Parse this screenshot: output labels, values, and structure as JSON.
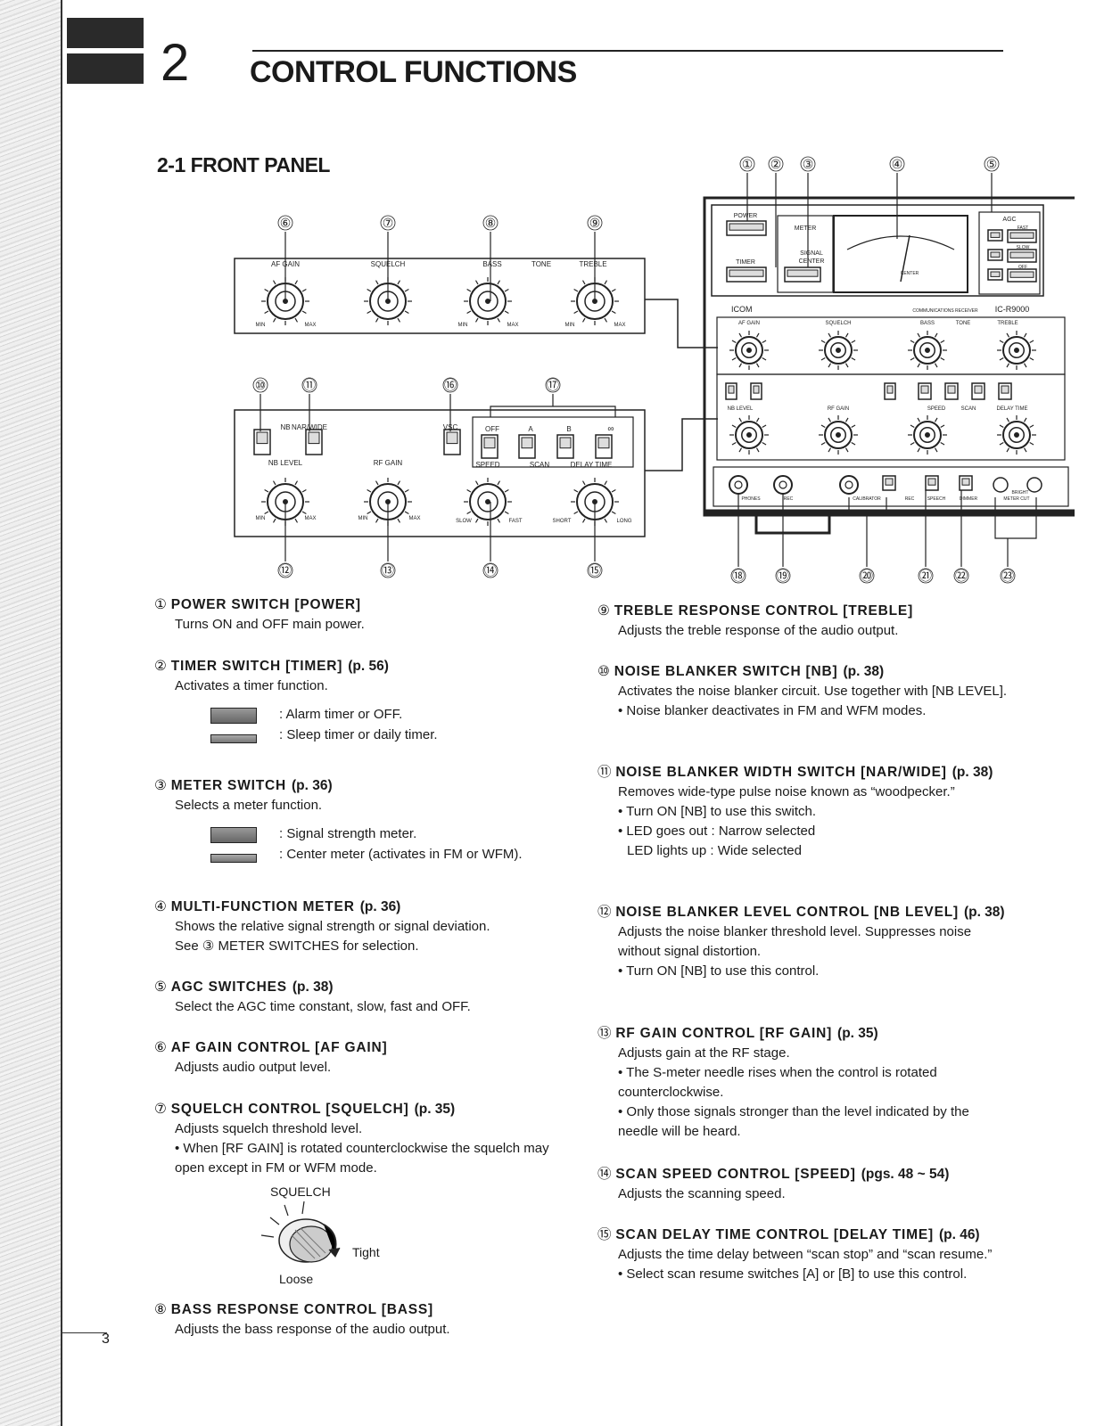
{
  "chapter": {
    "number": "2",
    "title": "CONTROL FUNCTIONS"
  },
  "section": {
    "title": "2-1 FRONT PANEL"
  },
  "page_number": "3",
  "diagram": {
    "callouts": [
      "①",
      "②",
      "③",
      "④",
      "⑤",
      "⑥",
      "⑦",
      "⑧",
      "⑨",
      "⑩",
      "⑪",
      "⑯",
      "⑰",
      "⑫",
      "⑬",
      "⑭",
      "⑮",
      "⑱",
      "⑲",
      "⑳",
      "㉑",
      "㉒",
      "㉓"
    ],
    "labels": {
      "af_gain": "AF GAIN",
      "squelch": "SQUELCH",
      "bass": "BASS",
      "tone": "TONE",
      "treble": "TREBLE",
      "min": "MIN",
      "max": "MAX",
      "nb": "NB",
      "nar_wide": "NAR/WIDE",
      "vsc": "VSC",
      "off": "OFF",
      "a": "A",
      "b": "B",
      "inf": "∞",
      "nb_level": "NB LEVEL",
      "rf_gain": "RF GAIN",
      "speed": "SPEED",
      "scan": "SCAN",
      "delay_time": "DELAY TIME",
      "slow": "SLOW",
      "fast": "FAST",
      "short": "SHORT",
      "long": "LONG",
      "power": "POWER",
      "timer": "TIMER",
      "meter": "METER",
      "signal": "SIGNAL",
      "center": "CENTER",
      "agc": "AGC",
      "agc_fast": "FAST",
      "agc_slow": "SLOW",
      "agc_off": "OFF",
      "brand": "ICOM",
      "receiver": "COMMUNICATIONS RECEIVER",
      "model": "IC-R9000",
      "phones": "PHONES",
      "rec": "REC",
      "calibrator": "CALIBRATOR",
      "speech": "SPEECH",
      "dimmer": "DIMMER",
      "bright": "BRIGHT",
      "meter_cut": "METER CUT"
    }
  },
  "left_column": [
    {
      "num": "①",
      "title": "POWER SWITCH [POWER]",
      "ref": "",
      "desc": [
        "Turns ON and OFF main power."
      ]
    },
    {
      "num": "②",
      "title": "TIMER SWITCH [TIMER]",
      "ref": "(p. 56)",
      "desc": [
        "Activates a timer function."
      ],
      "legend": [
        ": Alarm timer or OFF.",
        ": Sleep timer or daily timer."
      ]
    },
    {
      "num": "③",
      "title": "METER SWITCH",
      "ref": "(p. 36)",
      "desc": [
        "Selects a meter function."
      ],
      "legend": [
        ": Signal strength meter.",
        ": Center meter (activates in FM or WFM)."
      ]
    },
    {
      "num": "④",
      "title": "MULTI-FUNCTION METER",
      "ref": "(p. 36)",
      "desc": [
        "Shows the relative signal strength or signal deviation.",
        "See ③ METER SWITCHES for selection."
      ]
    },
    {
      "num": "⑤",
      "title": "AGC SWITCHES",
      "ref": "(p. 38)",
      "desc": [
        "Select the AGC time constant, slow, fast and OFF."
      ]
    },
    {
      "num": "⑥",
      "title": "AF GAIN CONTROL [AF GAIN]",
      "ref": "",
      "desc": [
        "Adjusts audio output level."
      ]
    },
    {
      "num": "⑦",
      "title": "SQUELCH CONTROL [SQUELCH]",
      "ref": "(p. 35)",
      "desc": [
        "Adjusts squelch threshold level."
      ],
      "bullets": [
        "When [RF GAIN] is rotated counterclockwise the squelch may open except in FM or WFM mode."
      ],
      "figure": {
        "caption": "SQUELCH",
        "tight": "Tight",
        "loose": "Loose"
      }
    },
    {
      "num": "⑧",
      "title": "BASS RESPONSE CONTROL [BASS]",
      "ref": "",
      "desc": [
        "Adjusts the bass response of the audio output."
      ]
    }
  ],
  "right_column": [
    {
      "num": "⑨",
      "title": "TREBLE RESPONSE CONTROL [TREBLE]",
      "ref": "",
      "desc": [
        "Adjusts the treble response of the audio output."
      ]
    },
    {
      "num": "⑩",
      "title": "NOISE BLANKER SWITCH [NB]",
      "ref": "(p. 38)",
      "desc": [
        "Activates the noise blanker circuit. Use together with [NB LEVEL]."
      ],
      "bullets": [
        "Noise blanker deactivates in FM and WFM modes."
      ]
    },
    {
      "num": "⑪",
      "title": "NOISE BLANKER WIDTH SWITCH [NAR/WIDE]",
      "ref": "(p. 38)",
      "desc": [
        "Removes wide-type pulse noise known as “woodpecker.”"
      ],
      "bullets": [
        "Turn ON [NB] to use this switch.",
        "LED goes out   :   Narrow selected"
      ],
      "extra": "LED lights up   :   Wide selected"
    },
    {
      "num": "⑫",
      "title": "NOISE BLANKER LEVEL CONTROL [NB LEVEL]",
      "ref": "(p. 38)",
      "desc": [
        "Adjusts the noise blanker threshold level. Suppresses noise without signal distortion."
      ],
      "bullets": [
        "Turn ON [NB] to use this control."
      ]
    },
    {
      "num": "⑬",
      "title": "RF GAIN CONTROL [RF GAIN]",
      "ref": "(p. 35)",
      "desc": [
        "Adjusts gain at the RF stage."
      ],
      "bullets": [
        "The S-meter needle rises when the control is rotated counterclockwise.",
        "Only those signals stronger than the level indicated by the needle will be heard."
      ]
    },
    {
      "num": "⑭",
      "title": "SCAN SPEED CONTROL [SPEED]",
      "ref": "(pgs. 48 ~ 54)",
      "desc": [
        "Adjusts the scanning speed."
      ]
    },
    {
      "num": "⑮",
      "title": "SCAN DELAY TIME CONTROL [DELAY TIME]",
      "ref": "(p. 46)",
      "desc": [
        "Adjusts the time delay between “scan stop” and “scan resume.”"
      ],
      "bullets": [
        "Select scan resume switches [A] or [B] to use this control."
      ]
    }
  ]
}
